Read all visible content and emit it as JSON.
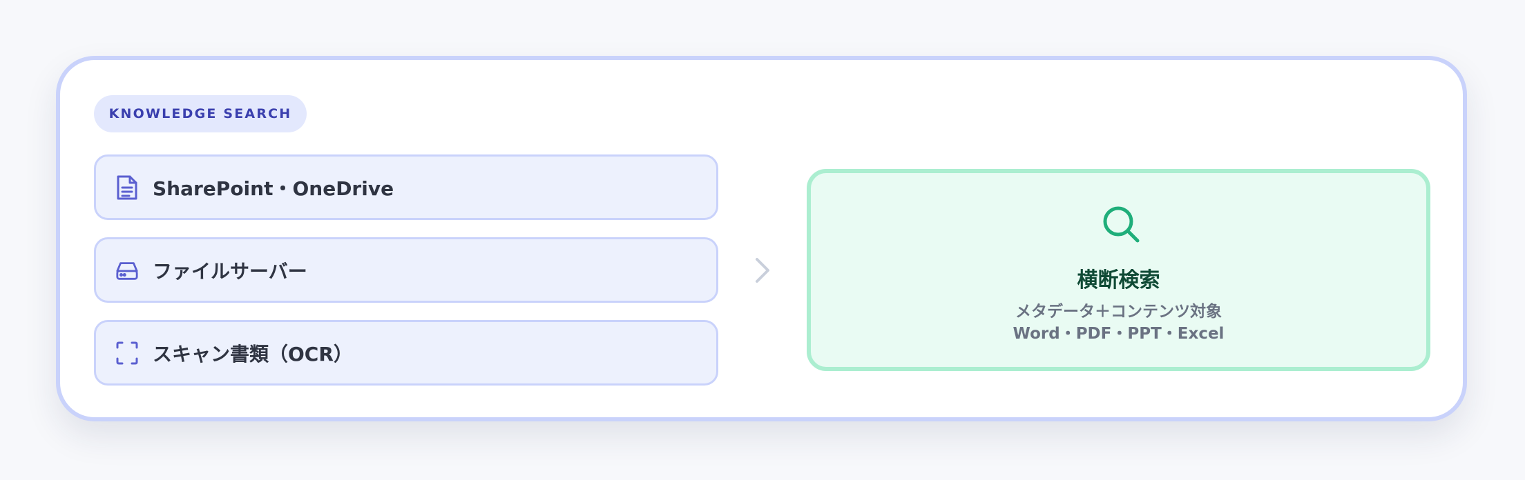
{
  "badge": {
    "label": "KNOWLEDGE SEARCH"
  },
  "sources": [
    {
      "label": "SharePoint・OneDrive",
      "icon": "document-icon"
    },
    {
      "label": "ファイルサーバー",
      "icon": "hard-drive-icon"
    },
    {
      "label": "スキャン書類（OCR）",
      "icon": "scan-frame-icon"
    }
  ],
  "connector": {
    "icon": "chevron-right-icon"
  },
  "target": {
    "icon": "search-icon",
    "title": "横断検索",
    "subtitle_line1": "メタデータ＋コンテンツ対象",
    "subtitle_line2": "Word・PDF・PPT・Excel"
  },
  "colors": {
    "accent_indigo": "#5a5fd0",
    "badge_text": "#3a3fae",
    "source_bg": "#edf1fd",
    "source_border": "#c9d2fb",
    "target_bg": "#e9fbf3",
    "target_border": "#abeed0",
    "target_icon": "#1fae7a",
    "target_title": "#0f4a35"
  }
}
